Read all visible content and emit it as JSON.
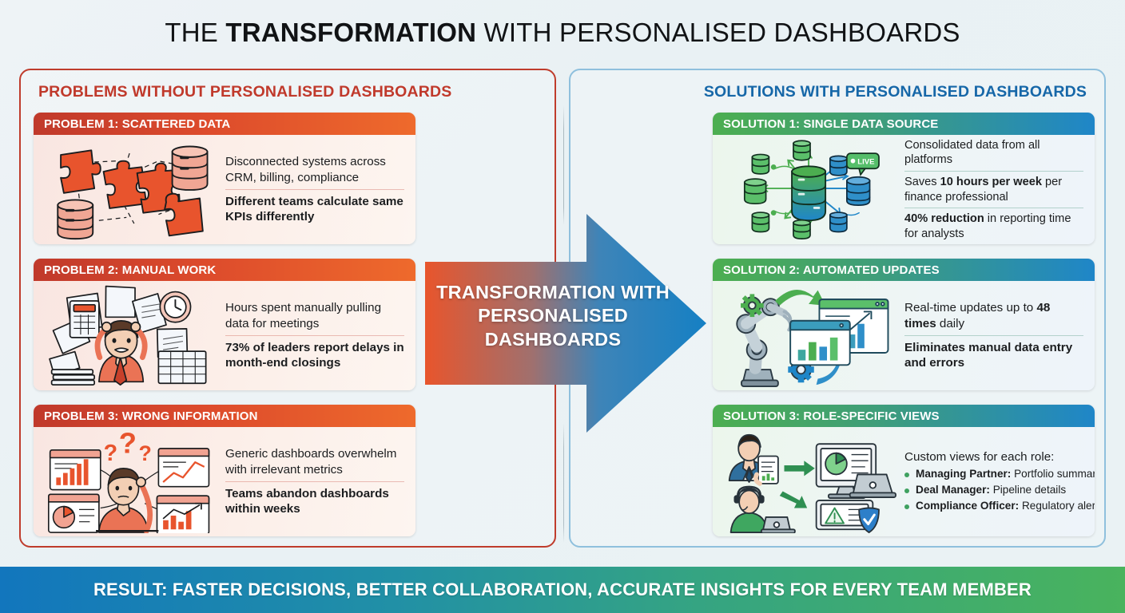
{
  "title": {
    "prefix": "THE ",
    "bold": "TRANSFORMATION",
    "suffix": " WITH PERSONALISED DASHBOARDS"
  },
  "colors": {
    "problem_red": "#c0392b",
    "problem_orange": "#ee6a2c",
    "solution_green": "#4cae50",
    "solution_blue": "#1f86c8",
    "heading_blue": "#1667a8",
    "banner_start": "#1276bd",
    "banner_end": "#49b35d"
  },
  "problems": {
    "heading": "PROBLEMS WITHOUT PERSONALISED DASHBOARDS",
    "cards": [
      {
        "header": "PROBLEM 1: SCATTERED DATA",
        "icon": "scattered-puzzle-database-icon",
        "line1": "Disconnected systems across CRM, billing, compliance",
        "line2": "Different teams calculate same KPIs differently"
      },
      {
        "header": "PROBLEM 2: MANUAL WORK",
        "icon": "stressed-worker-paperwork-icon",
        "line1": "Hours spent manually pulling data for meetings",
        "line2": "73% of leaders report delays in month-end closings"
      },
      {
        "header": "PROBLEM 3: WRONG INFORMATION",
        "icon": "confused-person-charts-icon",
        "line1": "Generic dashboards overwhelm with irrelevant metrics",
        "line2": "Teams abandon dashboards within weeks"
      }
    ]
  },
  "solutions": {
    "heading": "SOLUTIONS WITH PERSONALISED DASHBOARDS",
    "cards": [
      {
        "header": "SOLUTION 1: SINGLE DATA SOURCE",
        "icon": "centralised-database-hub-icon",
        "line1": "Consolidated data from all platforms",
        "line2_pre": "Saves ",
        "line2_bold": "10 hours per week",
        "line2_post": " per finance professional",
        "line3_bold": "40% reduction",
        "line3_post": " in reporting time for analysts",
        "badge": "LIVE"
      },
      {
        "header": "SOLUTION 2: AUTOMATED UPDATES",
        "icon": "robot-arm-automation-icon",
        "line1_pre": "Real-time updates up to ",
        "line1_bold": "48 times",
        "line1_post": " daily",
        "line2": "Eliminates manual data entry and errors"
      },
      {
        "header": "SOLUTION 3: ROLE-SPECIFIC VIEWS",
        "icon": "role-based-users-screens-icon",
        "intro": "Custom views for each role:",
        "roles": [
          {
            "name": "Managing Partner:",
            "detail": " Portfolio summaries"
          },
          {
            "name": "Deal Manager:",
            "detail": " Pipeline details"
          },
          {
            "name": "Compliance Officer:",
            "detail": " Regulatory alerts"
          }
        ]
      }
    ]
  },
  "arrow": {
    "label": "TRANSFORMATION WITH PERSONALISED DASHBOARDS"
  },
  "result": {
    "text": "RESULT: FASTER DECISIONS, BETTER COLLABORATION, ACCURATE INSIGHTS FOR EVERY TEAM MEMBER"
  }
}
